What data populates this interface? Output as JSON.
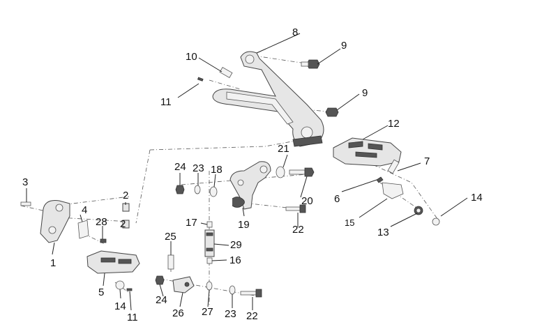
{
  "callouts": [
    {
      "text": "1"
    },
    {
      "text": "2"
    },
    {
      "text": "2"
    },
    {
      "text": "3"
    },
    {
      "text": "4"
    },
    {
      "text": "5"
    },
    {
      "text": "6"
    },
    {
      "text": "7"
    },
    {
      "text": "8"
    },
    {
      "text": "9"
    },
    {
      "text": "9"
    },
    {
      "text": "10"
    },
    {
      "text": "11"
    },
    {
      "text": "11"
    },
    {
      "text": "12"
    },
    {
      "text": "13"
    },
    {
      "text": "14"
    },
    {
      "text": "14"
    },
    {
      "text": "15"
    },
    {
      "text": "16"
    },
    {
      "text": "17"
    },
    {
      "text": "18"
    },
    {
      "text": "19"
    },
    {
      "text": "20"
    },
    {
      "text": "21"
    },
    {
      "text": "22"
    },
    {
      "text": "22"
    },
    {
      "text": "23"
    },
    {
      "text": "23"
    },
    {
      "text": "24"
    },
    {
      "text": "24"
    },
    {
      "text": "25"
    },
    {
      "text": "26"
    },
    {
      "text": "27"
    },
    {
      "text": "28"
    },
    {
      "text": "29"
    }
  ]
}
